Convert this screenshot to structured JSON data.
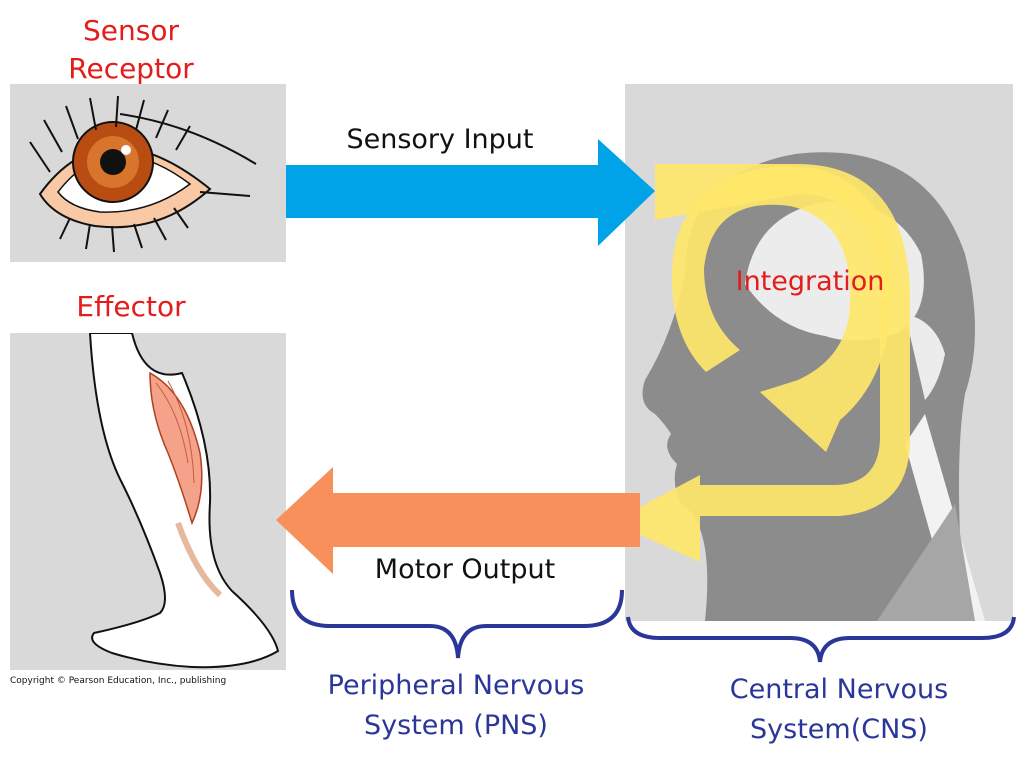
{
  "labels": {
    "sensor_receptor": [
      "Sensor",
      "Receptor"
    ],
    "effector": "Effector",
    "sensory_input": "Sensory Input",
    "integration": "Integration",
    "motor_output": "Motor Output",
    "pns": [
      "Peripheral Nervous",
      "System (PNS)"
    ],
    "cns": [
      "Central Nervous",
      "System(CNS)"
    ],
    "copyright": "Copyright © Pearson Education, Inc., publishing"
  },
  "colors": {
    "label_red": "#e31c1c",
    "label_blue": "#2b3699",
    "sensory_arrow": "#00a2e8",
    "motor_arrow": "#f7905a",
    "integration_loop": "#ffe76a",
    "panel_gray": "#d9d9d9",
    "head_silhouette": "#8c8c8c"
  },
  "icons": {
    "receptor": "eye-icon",
    "effector": "leg-muscle-icon",
    "cns": "head-silhouette-icon"
  }
}
